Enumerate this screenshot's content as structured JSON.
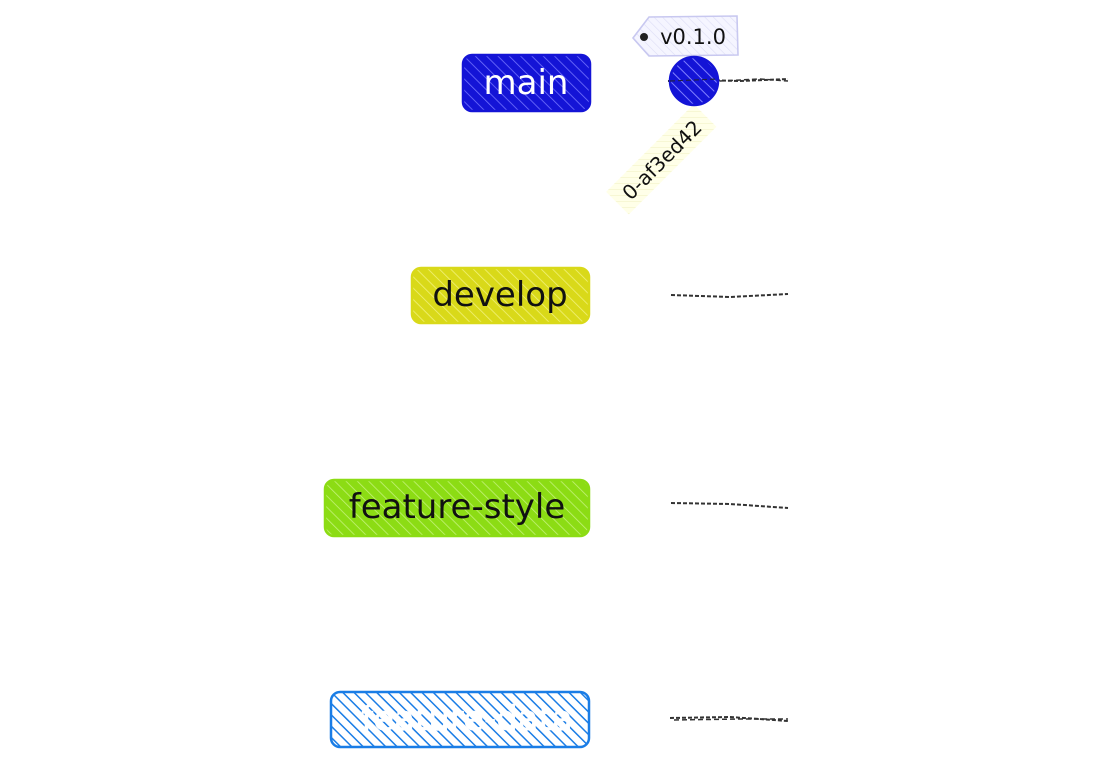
{
  "graph": {
    "branches": [
      {
        "name": "main",
        "color": "#1414d6",
        "text_color": "#ffffff"
      },
      {
        "name": "develop",
        "color": "#d9d919",
        "text_color": "#111111"
      },
      {
        "name": "feature-style",
        "color": "#8cdc14",
        "text_color": "#111111"
      },
      {
        "name": "feature-data",
        "color": "#1a7de6",
        "text_color": "#ffffff"
      }
    ],
    "commit": {
      "id": "0-af3ed42",
      "branch": "main",
      "tag": "v0.1.0",
      "color": "#1414d6",
      "tag_fill": "#efefff",
      "label_fill": "#ffffde"
    },
    "line_color": "#333333",
    "tag_hole_icon": "tag-hole-icon"
  }
}
